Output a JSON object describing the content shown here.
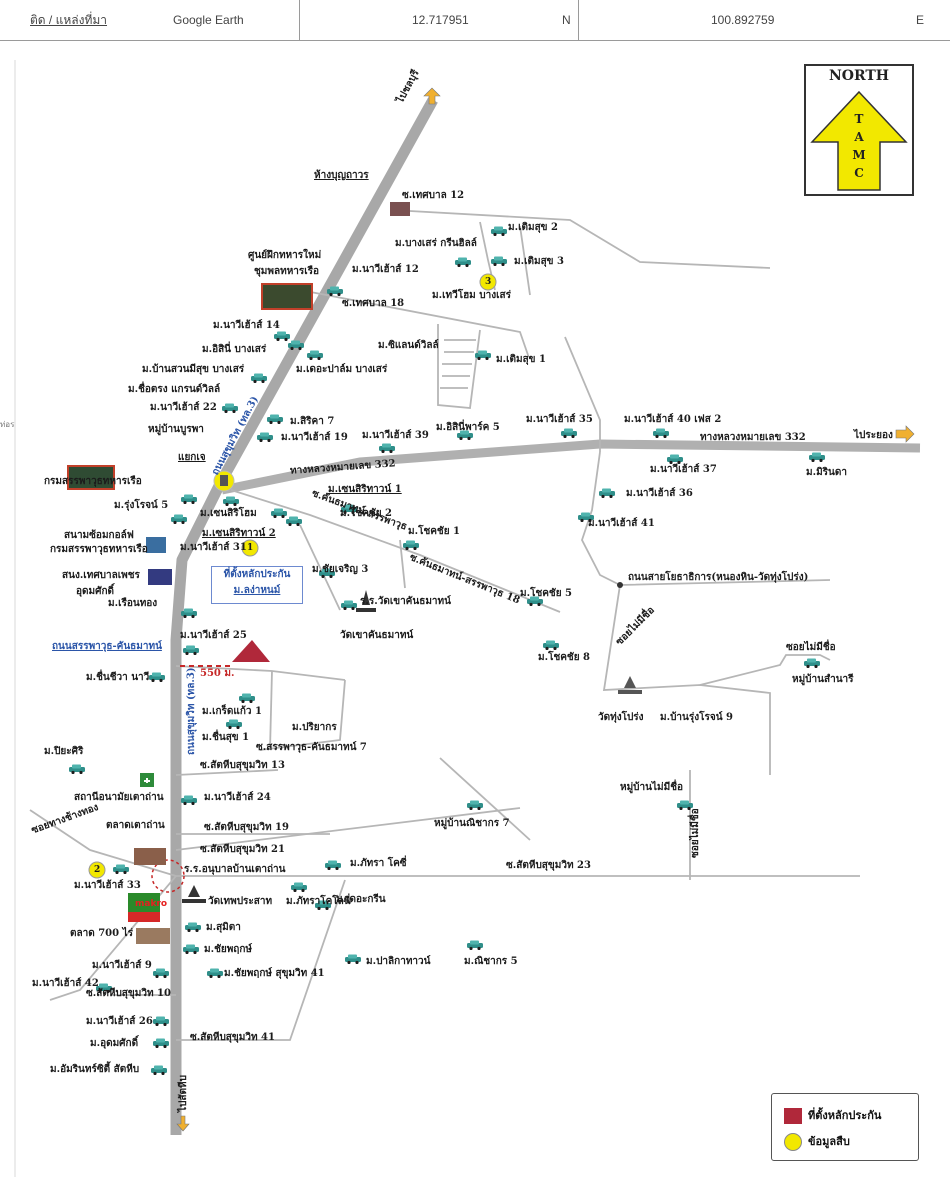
{
  "header": {
    "location_label": "ติด / แหล่งที่มา",
    "source": "Google Earth",
    "latitude": "12.717951",
    "lat_dir": "N",
    "longitude": "100.892759",
    "lon_dir": "E"
  },
  "north_arrow": {
    "title": "NORTH",
    "letters": [
      "T",
      "A",
      "M",
      "C"
    ]
  },
  "legend": {
    "property_label": "ที่ตั้งหลักประกัน",
    "info_label": "ข้อมูลสืบ"
  },
  "callout": {
    "line1": "ที่ตั้งหลักประกัน",
    "line2": "ม.ลง่าหนม์"
  },
  "distance": "550 ม.",
  "side_tab": "ท่อร",
  "labels": {
    "to_chonburi": "ไปชลบุรี",
    "to_sattahip": "ไปสัตหีบ",
    "to_rayong": "ไประยอง",
    "hwy332_east": "ทางหลวงหมายเลข 332",
    "hwy332_west": "ทางหลวงหมายเลข 332",
    "sukhumvit_1": "ถนนสุขุมวิท (ทล.3)",
    "sukhumvit_2": "ถนนสุขุมวิท (ทล.3)",
    "sanpawut_road": "ถนนสรรพาวุธ-คันธมาทน์",
    "nongkhin_rd": "ถนนสายโยธาธิการ(หนองหิน-วัดทุ่งโปร่ง)",
    "soi_no_name_1": "ซอยไม่มีชื่อ",
    "soi_no_name_2": "ซอยไม่มีชื่อ",
    "soi_no_name_3": "ซอยไม่มีชื่อ",
    "soi_chang_thong": "ซอยทางช้างทอง",
    "tesaban12": "ซ.เทศบาล 12",
    "tesaban18": "ซ.เทศบาล 18",
    "hang_boonthavorn": "ห้างบุญถาวร",
    "navy_training": "ศูนย์ฝึกทหารใหม่",
    "navy_training_2": "ชุมพลทหารเรือ",
    "bangsaray_greenhill": "ม.บางเสร่ กรีนฮิลล์",
    "termsuk2": "ม.เติมสุข 2",
    "termsuk3": "ม.เติมสุข 3",
    "termsuk1": "ม.เติมสุข 1",
    "pvhome": "ม.เทวีโฮม บางเสร่",
    "navy12": "ม.นาวีเฮ้าส์ 12",
    "navy14": "ม.นาวีเฮ้าส์ 14",
    "isinee": "ม.อิสินี่ บางเสร่",
    "suan": "ม.บ้านสวนมีสุข บางเสร่",
    "chuetrong": "ม.ชื่อตรง แกรนด์วิลล์",
    "navy22": "ม.นาวีเฮ้าส์ 22",
    "burapa": "หมู่บ้านบูรพา",
    "sirika7": "ม.สิริคา 7",
    "navy19": "ม.นาวีเฮ้าส์ 19",
    "navy39": "ม.นาวีเฮ้าส์ 39",
    "isinee5": "ม.อิสินี่พาร์ค 5",
    "navy35": "ม.นาวีเฮ้าส์ 35",
    "navy40": "ม.นาวีเฮ้าส์ 40 เฟส 2",
    "navy37": "ม.นาวีเฮ้าส์ 37",
    "navy36": "ม.นาวีเฮ้าส์ 36",
    "navy41": "ม.นาวีเฮ้าส์ 41",
    "mirinda": "ม.มิรินดา",
    "silian": "ม.ซิแลนด์วิลล์",
    "palm": "ม.เดอะปาล์ม บางเสร่",
    "yaekkhao": "แยกเจ",
    "navy_arsenal": "กรมสรรพาวุธทหารเรือ",
    "rungrote5": "ม.รุ่งโรจน์ 5",
    "sennsiri": "ม.เซนสิริโฮม",
    "sennsiri_town1": "ม.เซนสิริทาวน์ 1",
    "sennsiri_town2": "ม.เซนสิริทาวน์ 2",
    "chokchai2": "ม.โชคชัย 2",
    "chokchai1": "ม.โชคชัย 1",
    "chokchai5": "ม.โชคชัย 5",
    "chokchai8": "ม.โชคชัย 8",
    "soi_kanta": "ซ.คันธมาทน์-สรรพาวุธ",
    "soi_kanta18": "ซ.คันธมาทน์-สรรพาวุธ 18",
    "golf1": "สนามซ้อมกอล์ฟ",
    "golf2": "กรมสรรพาวุธทหารเรือ",
    "navy31": "ม.นาวีเฮ้าส์ 31",
    "tennis1": "สนง.เทศบาลเพชร",
    "tennis2": "อุดมศักดิ์",
    "ruenthong": "ม.เรือนทอง",
    "chaicharoen3": "ม.ชัยเจริญ 3",
    "rr_kanta": "ร.ร.วัดเขาคันธมาทน์",
    "wat_kanta": "วัดเขาคันธมาทน์",
    "navy25": "ม.นาวีเฮ้าส์ 25",
    "chuenchiva": "ม.ชื่นชีวา นาวี",
    "kritsakaew": "ม.เกร็ดแก้ว 1",
    "chuensuk": "ม.ชื่นสุข 1",
    "pariyakorn": "ม.ปริยากร",
    "soi_sanpa7": "ซ.สรรพาวุธ-คันธมาทน์ 7",
    "soi_sukh13": "ซ.สัตหีบสุขุมวิท 13",
    "navy24": "ม.นาวีเฮ้าส์ 24",
    "soi_sukh19": "ซ.สัตหีบสุขุมวิท 19",
    "soi_sukh21": "ซ.สัตหีบสุขุมวิท 21",
    "piyasiri": "ม.ปิยะศิริ",
    "health": "สถานีอนามัยเตาถ่าน",
    "market": "ตลาดเตาถ่าน",
    "navy33": "ม.นาวีเฮ้าส์ 33",
    "rr_school": "ร.ร.อนุบาลบ้านเตาถ่าน",
    "phattara_city": "ม.ภัทรา โคซี่",
    "soi_sukh23": "ซ.สัตหีบสุขุมวิท 23",
    "wat_thep": "วัดเทพประสาท",
    "phattara_colony": "ม.ภัทราโคโลนี่",
    "the_green": "ม.เดอะกรีน",
    "nichakorn7": "หมู่บ้านณิชากร 7",
    "tadpan": "ตลาด 700 ไร่",
    "sumita": "ม.สุมิตา",
    "chaipruek": "ม.ชัยพฤกษ์",
    "chaipruek41": "ม.ชัยพฤกษ์ สุขุมวิท 41",
    "palika": "ม.ปาลิกาทาวน์",
    "nichakorn5": "ม.ณิชากร 5",
    "navy9": "ม.นาวีเฮ้าส์ 9",
    "navy42": "ม.นาวีเฮ้าส์ 42",
    "soi_sukh10": "ซ.สัตหีบสุขุมวิท 10",
    "navy26": "ม.นาวีเฮ้าส์ 26",
    "udomsak": "ม.อุดมศักดิ์",
    "amarin": "ม.อัมรินทร์ซิตี้ สัตหีบ",
    "soi_sukh41": "ซ.สัตหีบสุขุมวิท 41",
    "wat_thungprong": "วัดทุ่งโปร่ง",
    "rungrote9": "ม.บ้านรุ่งโรจน์ 9",
    "mooban_no_name": "หมู่บ้านไม่มีชื่อ",
    "mooban_samnari": "หมู่บ้านสำนารี",
    "makro": "makro"
  },
  "markers": [
    "1",
    "2",
    "3"
  ],
  "colors": {
    "road": "#b8b8b8",
    "main_road": "#a8a8a8",
    "property": "#b0283a",
    "info": "#f2e800",
    "accent_blue": "#2b55a8",
    "car": "#2f8f8a"
  },
  "icons": [
    "car-icon",
    "temple-icon",
    "hospital-icon",
    "north-arrow-icon"
  ]
}
